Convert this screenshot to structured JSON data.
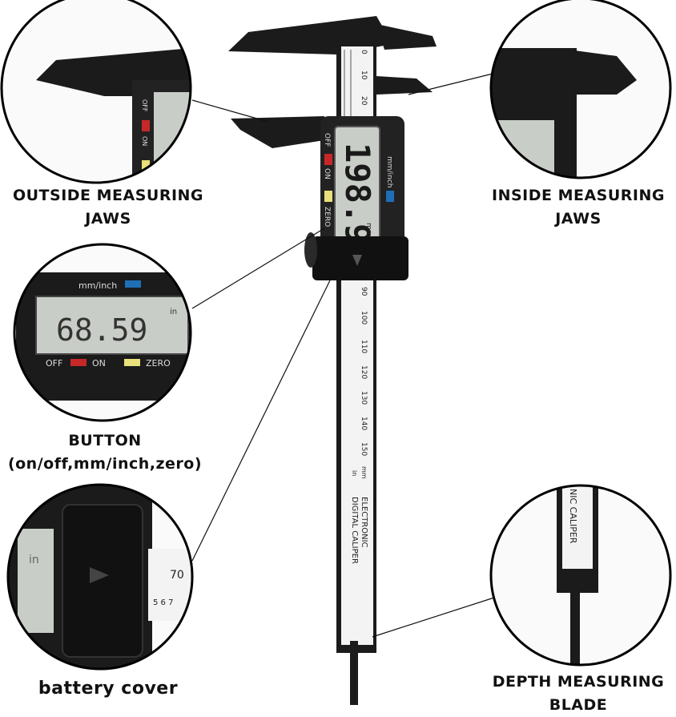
{
  "labels": {
    "outside_jaws": [
      "OUTSIDE MEASURING",
      "JAWS"
    ],
    "inside_jaws": [
      "INSIDE MEASURING",
      "JAWS"
    ],
    "button": [
      "BUTTON",
      "(on/off,mm/inch,zero)"
    ],
    "battery": "battery cover",
    "depth": [
      "DEPTH MEASURING",
      "BLADE"
    ]
  },
  "caliper": {
    "display_value": "198.9",
    "display_unit": "mm",
    "btn_off": "OFF",
    "btn_on": "ON",
    "btn_zero": "ZERO",
    "btn_mode": "mm/inch",
    "ruler_top": [
      "0",
      "10",
      "20"
    ],
    "ruler_bottom": [
      "90",
      "100",
      "110",
      "120",
      "130",
      "140",
      "150"
    ],
    "ruler_unit_mm": "mm",
    "ruler_unit_in": "in",
    "body_text_1": "ELECTRONIC",
    "body_text_2": "DIGITAL CALIPER"
  },
  "zoom_button": {
    "display_value": "68.59",
    "display_unit": "in",
    "mode": "mm/inch",
    "off": "OFF",
    "on": "ON",
    "zero": "ZERO"
  },
  "zoom_battery": {
    "scale_number": "70",
    "scale_digits": "5 6 7",
    "unit": "in"
  },
  "zoom_outside": {
    "off": "OFF",
    "on": "ON"
  },
  "zoom_depth": {
    "text": "NIC CALIPER"
  },
  "colors": {
    "body": "#1b1b1b",
    "lcd": "#c9cdc7",
    "btn_red": "#c62828",
    "btn_yellow": "#e8e07a",
    "btn_blue": "#1e6fb5"
  }
}
